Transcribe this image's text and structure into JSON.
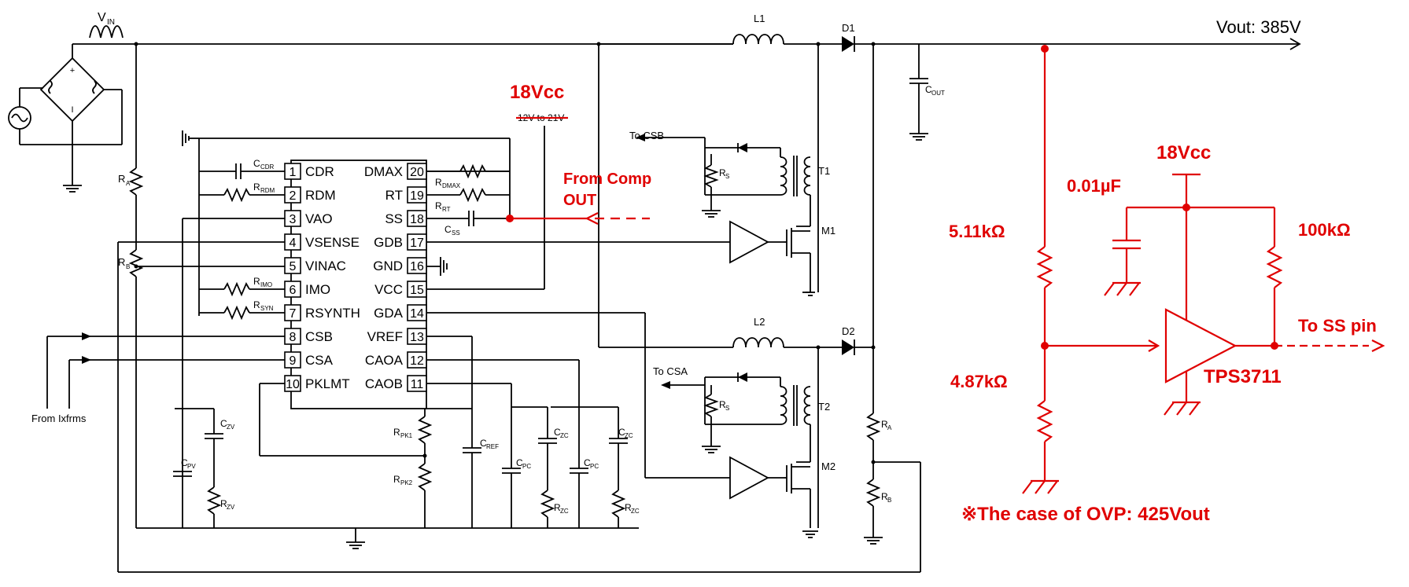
{
  "colors": {
    "wire": "#000000",
    "annotation": "#e00000",
    "background": "#ffffff"
  },
  "labels": {
    "vin": "V",
    "vin_sub": "IN",
    "vout": "Vout: 385V",
    "l1": "L1",
    "l2": "L2",
    "d1": "D1",
    "d2": "D2",
    "t1": "T1",
    "t2": "T2",
    "m1": "M1",
    "m2": "M2",
    "cout": "C",
    "cout_sub": "OUT",
    "to_csb": "To CSB",
    "to_csa": "To CSA",
    "from_ixfrms": "From Ixfrms",
    "rs": "R",
    "rs_sub": "S",
    "ra": "R",
    "ra_sub": "A",
    "rb": "R",
    "rb_sub": "B",
    "ra2": "R",
    "ra2_sub": "A",
    "rb2": "R",
    "rb2_sub": "B",
    "ccdr": "C",
    "ccdr_sub": "CDR",
    "rrdm": "R",
    "rrdm_sub": "RDM",
    "rimo": "R",
    "rimo_sub": "IMO",
    "rsyn": "R",
    "rsyn_sub": "SYN",
    "rdmx": "R",
    "rdmx_sub": "DMAX",
    "rrt": "R",
    "rrt_sub": "RT",
    "css": "C",
    "css_sub": "SS",
    "czv": "C",
    "czv_sub": "ZV",
    "cpv": "C",
    "cpv_sub": "PV",
    "rzv": "R",
    "rzv_sub": "ZV",
    "rpk1": "R",
    "rpk1_sub": "PK1",
    "rpk2": "R",
    "rpk2_sub": "PK2",
    "cref": "C",
    "cref_sub": "REF",
    "czc1": "C",
    "czc1_sub": "ZC",
    "cpc1": "C",
    "cpc1_sub": "PC",
    "rzc1": "R",
    "rzc1_sub": "ZC",
    "cpc2": "C",
    "cpc2_sub": "PC",
    "czc2": "C",
    "czc2_sub": "ZC",
    "rzc2": "R",
    "rzc2_sub": "ZC",
    "bridge_plus": "+",
    "bridge_minus": "I"
  },
  "ic": {
    "left_pins": [
      {
        "num": "1",
        "name": "CDR"
      },
      {
        "num": "2",
        "name": "RDM"
      },
      {
        "num": "3",
        "name": "VAO"
      },
      {
        "num": "4",
        "name": "VSENSE"
      },
      {
        "num": "5",
        "name": "VINAC"
      },
      {
        "num": "6",
        "name": "IMO"
      },
      {
        "num": "7",
        "name": "RSYNTH"
      },
      {
        "num": "8",
        "name": "CSB"
      },
      {
        "num": "9",
        "name": "CSA"
      },
      {
        "num": "10",
        "name": "PKLMT"
      }
    ],
    "right_pins": [
      {
        "num": "20",
        "name": "DMAX"
      },
      {
        "num": "19",
        "name": "RT"
      },
      {
        "num": "18",
        "name": "SS"
      },
      {
        "num": "17",
        "name": "GDB"
      },
      {
        "num": "16",
        "name": "GND"
      },
      {
        "num": "15",
        "name": "VCC"
      },
      {
        "num": "14",
        "name": "GDA"
      },
      {
        "num": "13",
        "name": "VREF"
      },
      {
        "num": "12",
        "name": "CAOA"
      },
      {
        "num": "11",
        "name": "CAOB"
      }
    ]
  },
  "annotations": {
    "vcc_value": "18Vcc",
    "vcc_original": "12V to 21V",
    "from_comp_line1": "From Comp",
    "from_comp_line2": "OUT",
    "r_top": "5.11kΩ",
    "r_bottom": "4.87kΩ",
    "cap": "0.01µF",
    "supply": "18Vcc",
    "pullup": "100kΩ",
    "to_ss": "To SS pin",
    "comparator": "TPS3711",
    "ovp_note": "※The case of OVP: 425Vout"
  }
}
